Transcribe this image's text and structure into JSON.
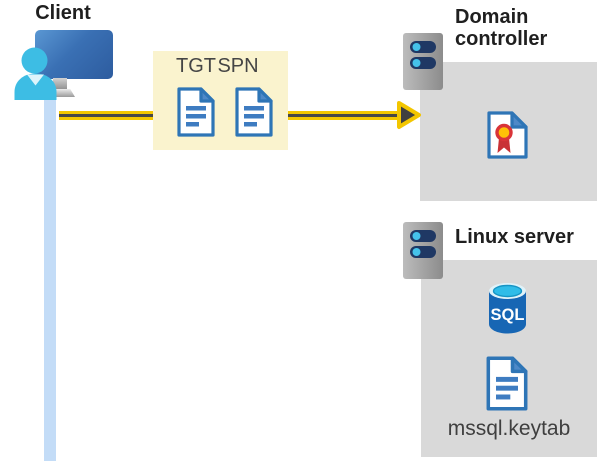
{
  "client": {
    "label": "Client"
  },
  "tickets": {
    "tgt_label": "TGT",
    "spn_label": "SPN"
  },
  "domain_controller": {
    "title": "Domain controller"
  },
  "linux_server": {
    "title": "Linux server",
    "database_label": "SQL",
    "keytab_file": "mssql.keytab"
  },
  "colors": {
    "box_gray": "#d9d9d9",
    "ticket_box_yellow": "#faf3ce",
    "arrow_gold": "#f3c600",
    "arrow_core_gray": "#474747",
    "client_line_blue": "#c3dcf7",
    "document_blue": "#2e75b6",
    "document_fold_blue": "#4e89c8",
    "document_bar_blue": "#3e7cc1",
    "monitor_blue": "#3a70b4",
    "person_cyan": "#3dbde4",
    "server_body_gray": "#a3a3a3",
    "server_pill_navy": "#1f3864",
    "server_dot_cyan": "#45c2ea",
    "sql_body_blue": "#1766b4",
    "sql_top_cyan": "#2fbce8",
    "certificate_seal_yellow": "#ffc107",
    "certificate_seal_red": "#d93438"
  },
  "icons": {
    "client": "person-at-workstation-icon",
    "tickets": "document-icon",
    "servers": "server-tower-icon",
    "domain_controller_item": "certificate-icon",
    "linux_items": [
      "sql-database-icon",
      "document-icon"
    ]
  }
}
